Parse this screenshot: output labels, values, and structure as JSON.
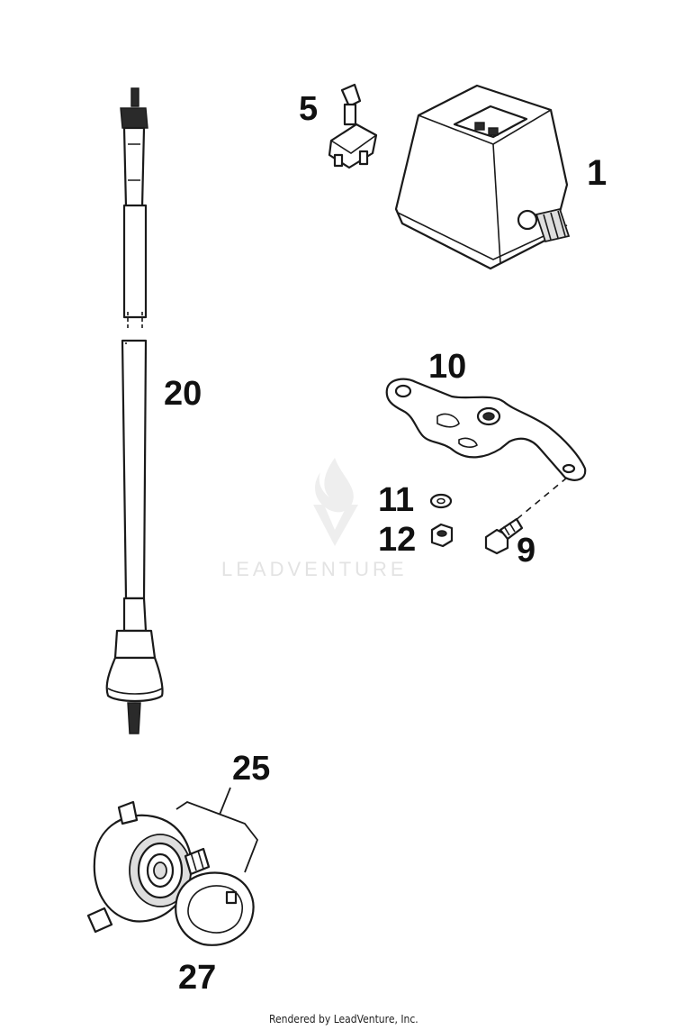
{
  "diagram": {
    "callouts": [
      {
        "id": "1",
        "label": "1"
      },
      {
        "id": "5",
        "label": "5"
      },
      {
        "id": "10",
        "label": "10"
      },
      {
        "id": "11",
        "label": "11"
      },
      {
        "id": "12",
        "label": "12"
      },
      {
        "id": "9",
        "label": "9"
      },
      {
        "id": "20",
        "label": "20"
      },
      {
        "id": "25",
        "label": "25"
      },
      {
        "id": "27",
        "label": "27"
      }
    ]
  },
  "watermark": {
    "text": "LEADVENTURE"
  },
  "footer": {
    "text": "Rendered by LeadVenture, Inc."
  }
}
